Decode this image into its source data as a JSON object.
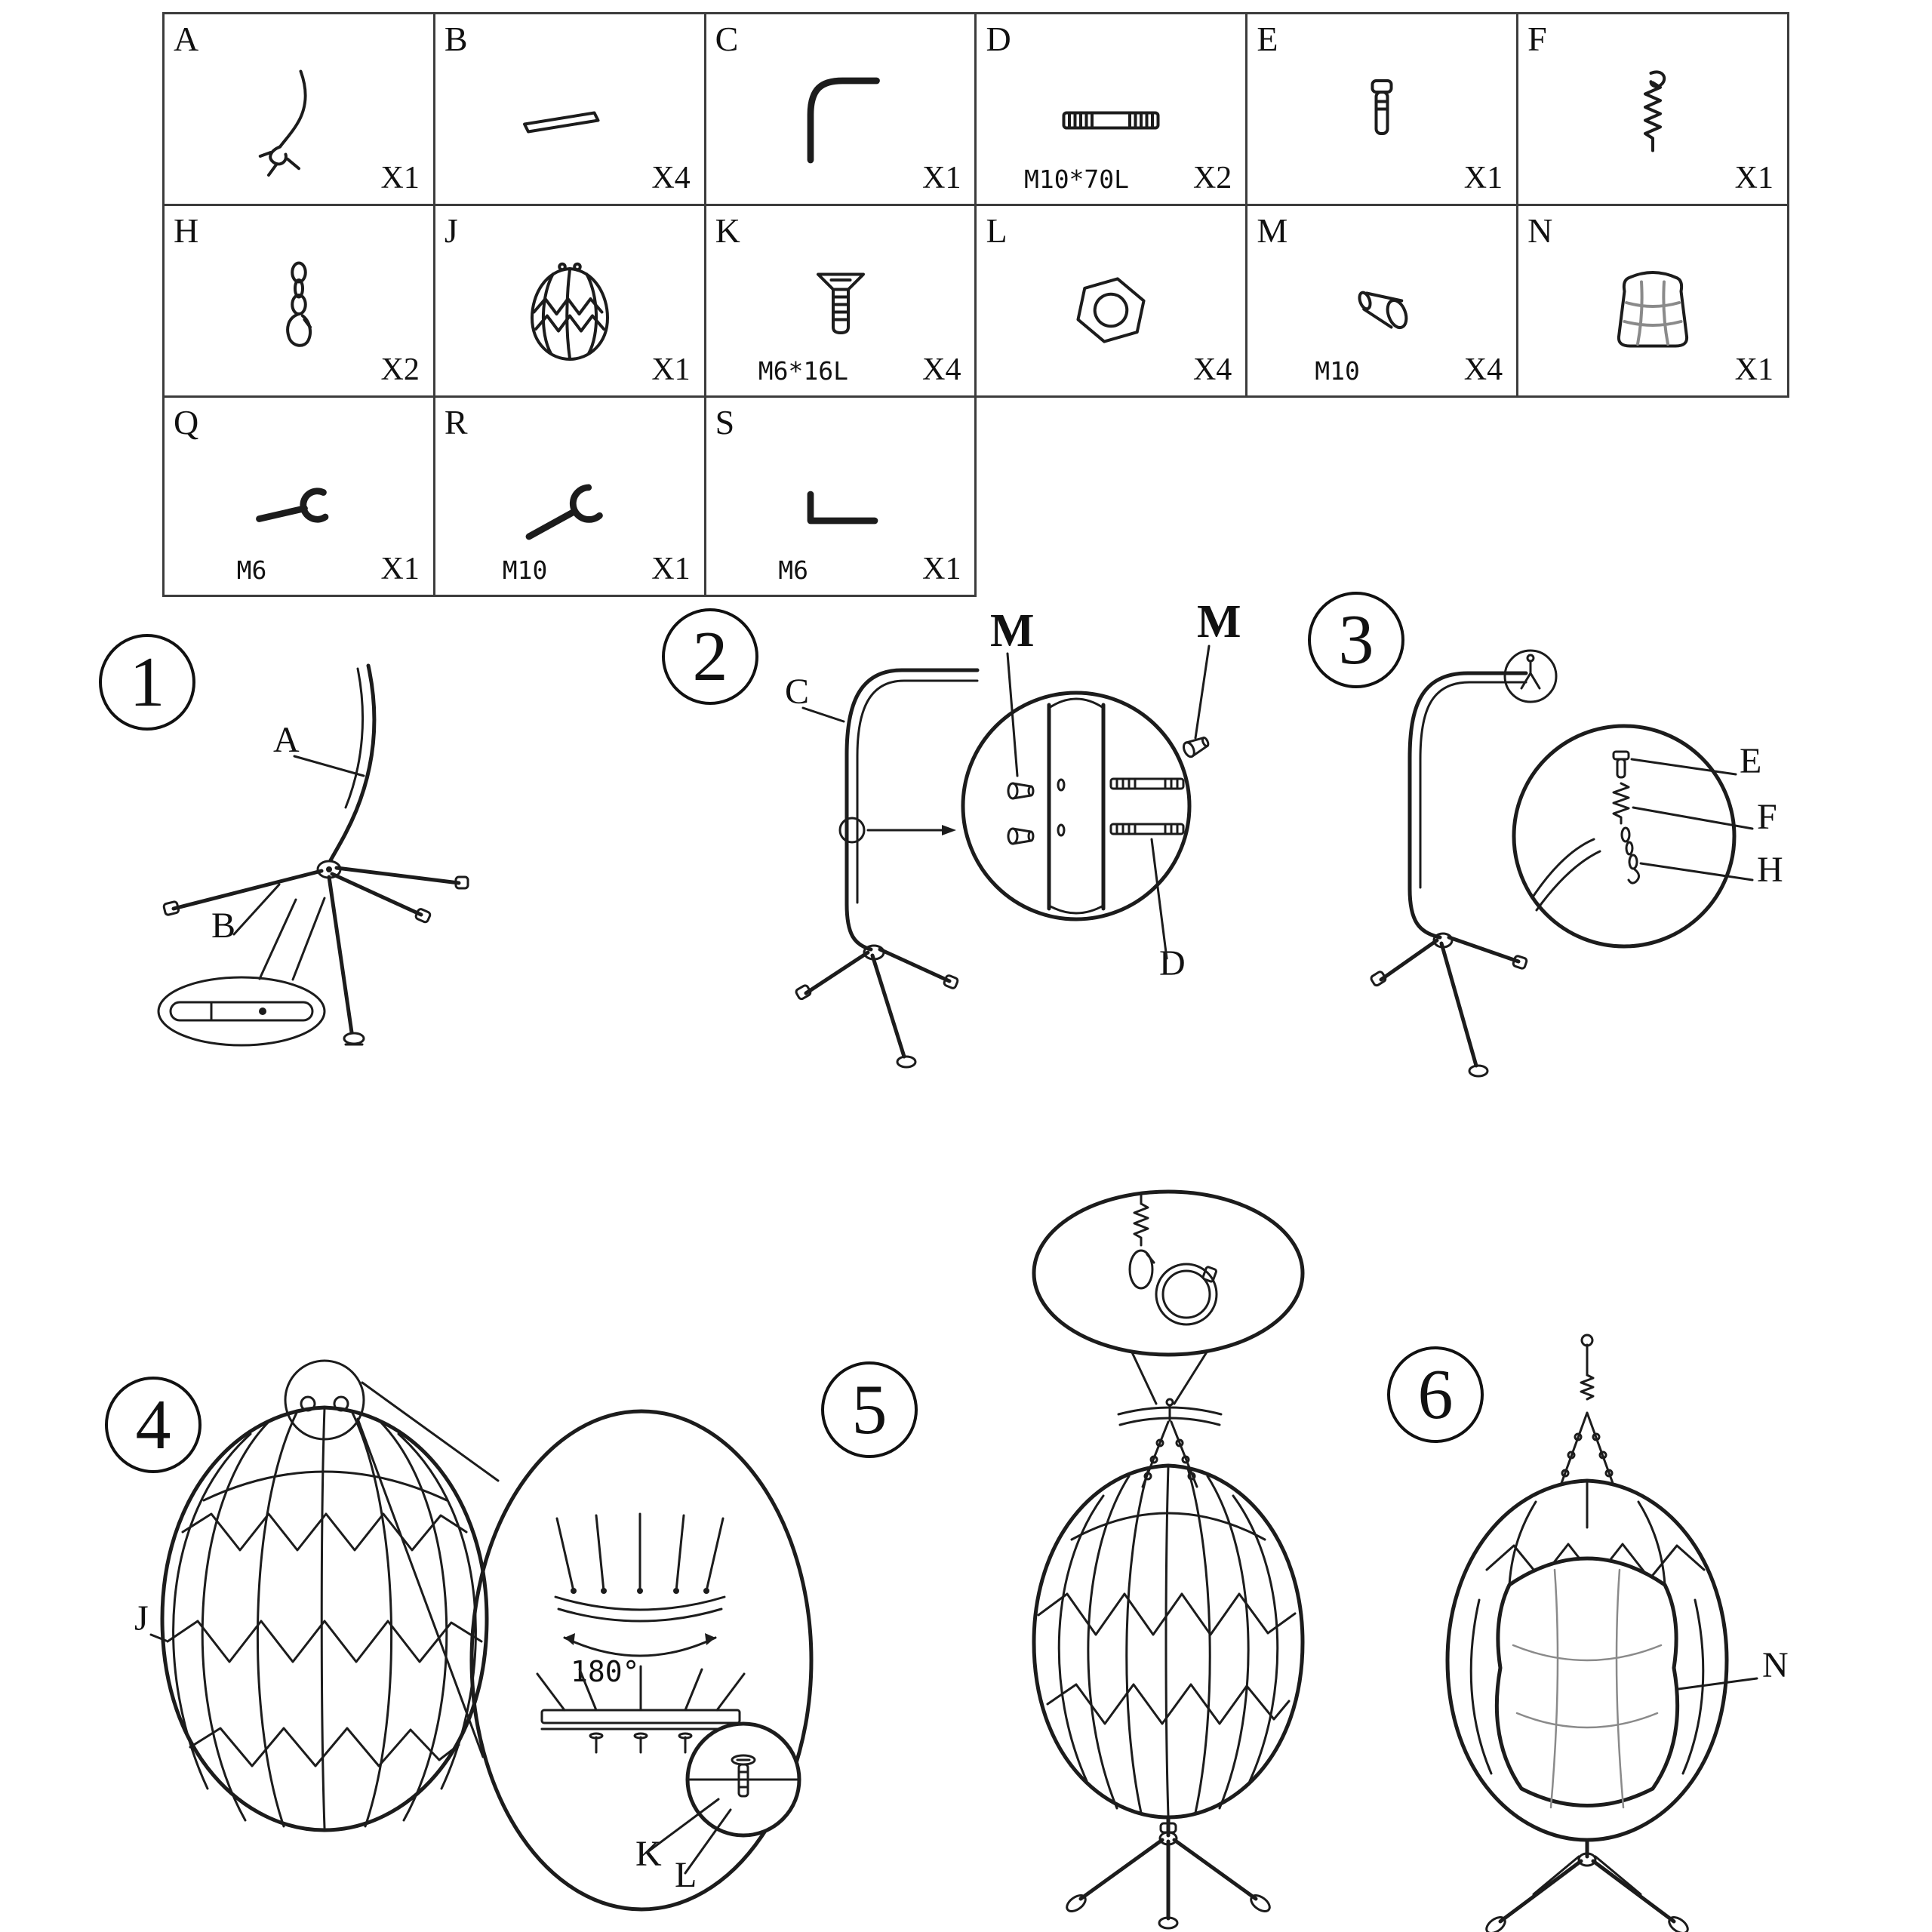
{
  "parts": [
    {
      "id": "A",
      "spec": "",
      "qty": "X1"
    },
    {
      "id": "B",
      "spec": "",
      "qty": "X4"
    },
    {
      "id": "C",
      "spec": "",
      "qty": "X1"
    },
    {
      "id": "D",
      "spec": "M10*70L",
      "qty": "X2"
    },
    {
      "id": "E",
      "spec": "",
      "qty": "X1"
    },
    {
      "id": "F",
      "spec": "",
      "qty": "X1"
    },
    {
      "id": "H",
      "spec": "",
      "qty": "X2"
    },
    {
      "id": "J",
      "spec": "",
      "qty": "X1"
    },
    {
      "id": "K",
      "spec": "M6*16L",
      "qty": "X4"
    },
    {
      "id": "L",
      "spec": "",
      "qty": "X4"
    },
    {
      "id": "M",
      "spec": "M10",
      "qty": "X4"
    },
    {
      "id": "N",
      "spec": "",
      "qty": "X1"
    },
    {
      "id": "Q",
      "spec": "M6",
      "qty": "X1"
    },
    {
      "id": "R",
      "spec": "M10",
      "qty": "X1"
    },
    {
      "id": "S",
      "spec": "M6",
      "qty": "X1"
    }
  ],
  "steps": [
    {
      "number": "1",
      "labels": {
        "a": "A",
        "b": "B"
      }
    },
    {
      "number": "2",
      "labels": {
        "c": "C",
        "m1": "M",
        "m2": "M",
        "d": "D"
      }
    },
    {
      "number": "3",
      "labels": {
        "e": "E",
        "f": "F",
        "h": "H"
      }
    },
    {
      "number": "4",
      "labels": {
        "j": "J",
        "angle": "180°",
        "k": "K",
        "l": "L"
      }
    },
    {
      "number": "5",
      "labels": {}
    },
    {
      "number": "6",
      "labels": {
        "n": "N"
      }
    }
  ],
  "colors": {
    "line": "#1c1c1c",
    "background": "#ffffff"
  }
}
